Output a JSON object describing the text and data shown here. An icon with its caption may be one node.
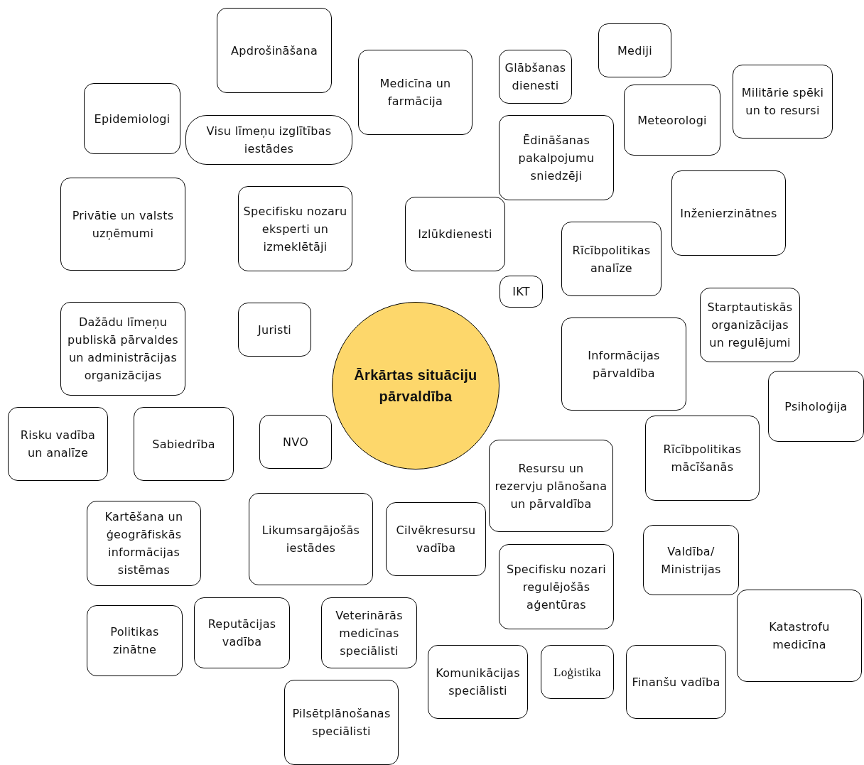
{
  "diagram": {
    "nodes": [
      {
        "text": [
          "Apdrošināšana"
        ]
      },
      {
        "text": [
          "Mediji"
        ]
      },
      {
        "text": [
          "Glābšanas dienesti"
        ]
      },
      {
        "text": [
          "Medicīna un farmācija"
        ]
      },
      {
        "text": [
          "Militārie spēki un to resursi"
        ]
      },
      {
        "text": [
          "Epidemiologi"
        ]
      },
      {
        "text": [
          "Meteorologi"
        ]
      },
      {
        "text": [
          "Ēdināšanas pakalpojumu sniedzēji"
        ]
      },
      {
        "text": [
          "Visu līmeņu izglītības iestādes"
        ]
      },
      {
        "text": [
          "Inženierzinātnes"
        ]
      },
      {
        "text": [
          "Privātie un valsts uzņēmumi"
        ]
      },
      {
        "text": [
          "Specifisku nozaru eksperti un izmeklētāji"
        ]
      },
      {
        "text": [
          "Izlūkdienesti"
        ]
      },
      {
        "text": [
          "Rīcībpolitikas analīze"
        ]
      },
      {
        "text": [
          "IKT"
        ]
      },
      {
        "text": [
          "Starptautiskās organizācijas un regulējumi"
        ]
      },
      {
        "text": [
          "Dažādu līmeņu publiskā pārvaldes un administrācijas organizācijas"
        ]
      },
      {
        "text": [
          "Juristi"
        ]
      },
      {
        "text": [
          "Ārkārtas situāciju pārvaldība"
        ]
      },
      {
        "text": [
          "Informācijas pārvaldība"
        ]
      },
      {
        "text": [
          "Psiholoģija"
        ]
      },
      {
        "text": [
          "Risku vadība un analīze"
        ]
      },
      {
        "text": [
          "Sabiedrība"
        ]
      },
      {
        "text": [
          "NVO"
        ]
      },
      {
        "text": [
          "Rīcībpolitikas mācīšanās"
        ]
      },
      {
        "text": [
          "Resursu un rezervju plānošana un pārvaldība"
        ]
      },
      {
        "text": [
          "Kartēšana un ģeogrāfiskās informācijas sistēmas"
        ]
      },
      {
        "text": [
          "Likumsargājošās iestādes"
        ]
      },
      {
        "text": [
          "Cilvēkresursu vadība"
        ]
      },
      {
        "text": [
          "Valdība/ Ministrijas"
        ]
      },
      {
        "text": [
          "Specifisku nozari regulējošās aģentūras"
        ]
      },
      {
        "text": [
          "Katastrofu medicīna"
        ]
      },
      {
        "text": [
          "Politikas zinātne"
        ]
      },
      {
        "text": [
          "Reputācijas vadība"
        ]
      },
      {
        "text": [
          "Veterinārās medicīnas speciālisti"
        ]
      },
      {
        "text": [
          "Komunikācijas speciālisti"
        ]
      },
      {
        "text": [
          "Loģistika"
        ]
      },
      {
        "text": [
          "Finanšu vadība"
        ]
      },
      {
        "text": [
          "Pilsētplānošanas speciālisti"
        ]
      }
    ]
  }
}
